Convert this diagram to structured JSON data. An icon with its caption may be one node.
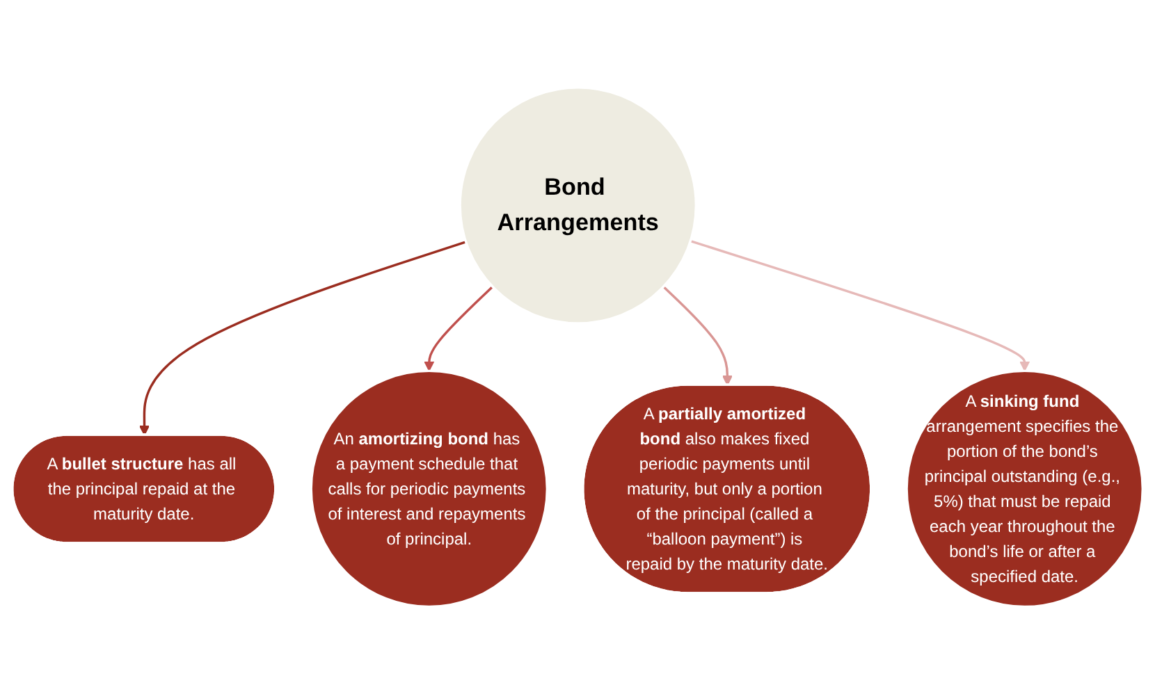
{
  "diagram": {
    "nodes": [
      {
        "text": [
          "A **bullet structure** has all the principal repaid at the maturity date."
        ]
      },
      {
        "text": [
          "A **sinking fund** arrangement specifies the portion of the bond’s principal outstanding (e.g., 5%) that must be repaid each year throughout the bond’s life or after a specified date."
        ]
      },
      {
        "text": [
          "Bond Arrangements"
        ]
      },
      {
        "text": [
          "An **amortizing bond** has a payment schedule that calls for periodic payments of interest and repayments of principal."
        ]
      },
      {
        "text": [
          "A **partially amortized bond** also makes fixed periodic payments until maturity, but only a portion of the principal (called a “balloon payment”) is repaid by the maturity date."
        ]
      }
    ],
    "edges": [
      {
        "from": 2,
        "to": 0,
        "arrow": "to",
        "color": "#9b2d20"
      },
      {
        "from": 2,
        "to": 3,
        "arrow": "to",
        "color": "#c0504d"
      },
      {
        "from": 2,
        "to": 4,
        "arrow": "to",
        "color": "#d99694"
      },
      {
        "from": 2,
        "to": 1,
        "arrow": "to",
        "color": "#e6b9b8"
      }
    ]
  }
}
